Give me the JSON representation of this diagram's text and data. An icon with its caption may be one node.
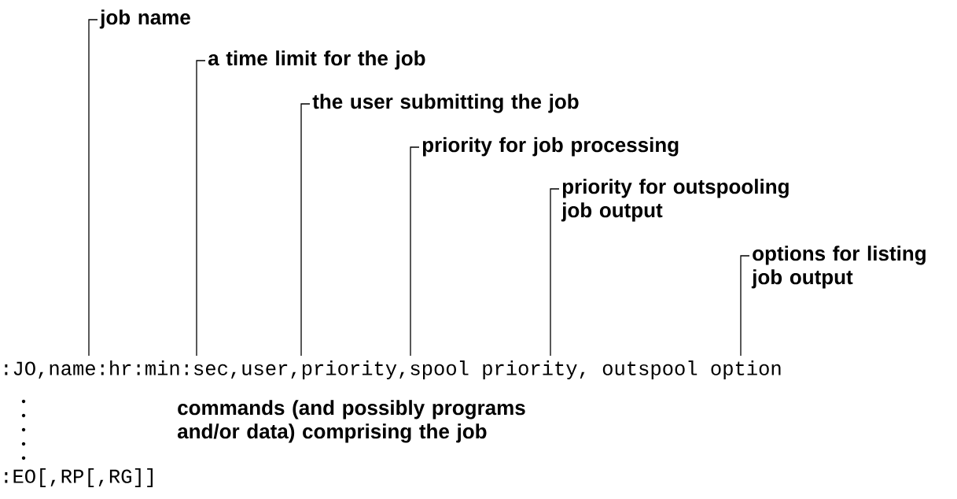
{
  "diagram": {
    "nodes": [
      {
        "text": [
          "job name"
        ]
      },
      {
        "text": [
          "a time limit for the job"
        ]
      },
      {
        "text": [
          "the user submitting the job"
        ]
      },
      {
        "text": [
          "priority for job processing"
        ]
      },
      {
        "text": [
          "priority for outspooling job output"
        ]
      },
      {
        "text": [
          "options for listing job output"
        ]
      },
      {
        "text": [
          ":JO,name:hr:min:sec,user,priority,spool priority, outspool option"
        ]
      }
    ],
    "edges": [
      {
        "from": 0,
        "to": 6,
        "arrow": "none"
      },
      {
        "from": 1,
        "to": 6,
        "arrow": "none"
      },
      {
        "from": 2,
        "to": 6,
        "arrow": "none"
      },
      {
        "from": 3,
        "to": 6,
        "arrow": "none"
      },
      {
        "from": 4,
        "to": 6,
        "arrow": "none"
      },
      {
        "from": 5,
        "to": 6,
        "arrow": "none"
      }
    ],
    "labels": [
      "commands (and possibly programs and/or data) comprising the job",
      ":EO[,RP[,RG]]"
    ]
  }
}
